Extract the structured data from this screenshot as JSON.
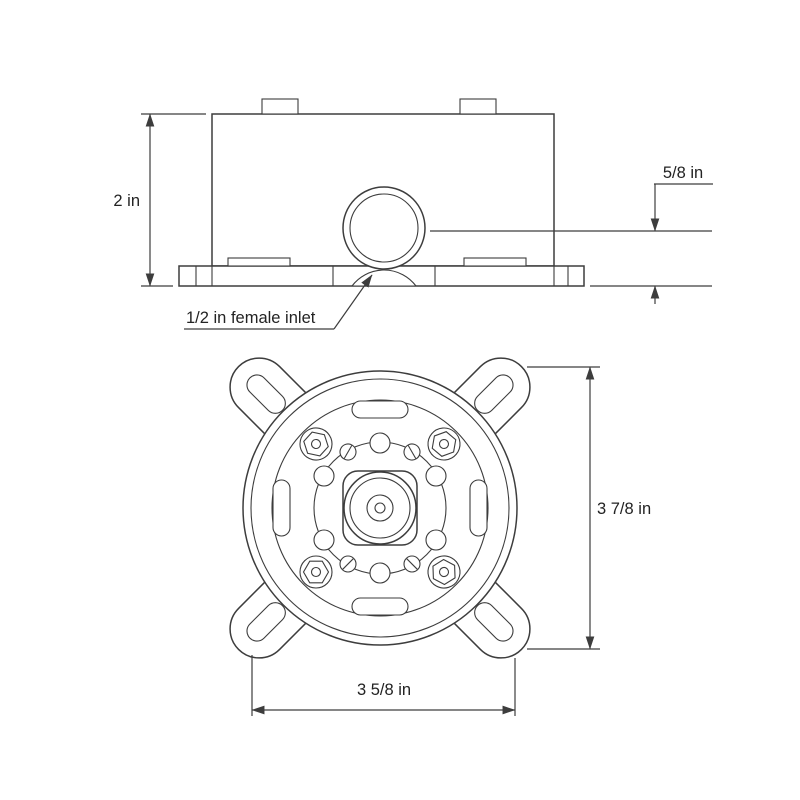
{
  "drawing": {
    "colors": {
      "line": "#3d3d3d",
      "text": "#232323",
      "background": "#ffffff"
    },
    "side_view": {
      "height_dim": "2 in",
      "inlet_offset_dim": "5/8 in",
      "inlet_label": "1/2 in female inlet"
    },
    "front_view": {
      "overall_height_dim": "3 7/8 in",
      "mount_width_dim": "3 5/8 in"
    }
  }
}
